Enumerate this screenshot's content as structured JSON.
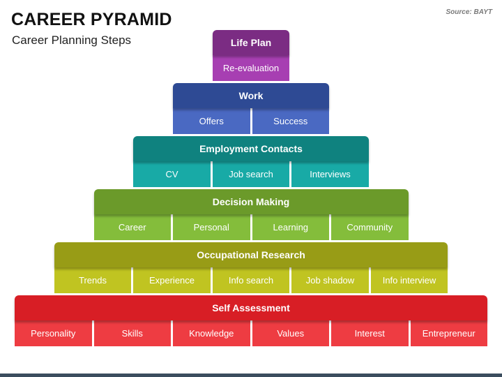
{
  "title": "CAREER PYRAMID",
  "subtitle": "Career Planning Steps",
  "source": "Source: BAYT",
  "tiers": [
    {
      "name": "life-plan",
      "label": "Life Plan",
      "header_color": "#7b2c83",
      "cell_color": "#a73fb2",
      "items": [
        "Re-evaluation"
      ]
    },
    {
      "name": "work",
      "label": "Work",
      "header_color": "#2e4a94",
      "cell_color": "#4a69c2",
      "items": [
        "Offers",
        "Success"
      ]
    },
    {
      "name": "employment-contacts",
      "label": "Employment Contacts",
      "header_color": "#0f827f",
      "cell_color": "#18aaa6",
      "items": [
        "CV",
        "Job search",
        "Interviews"
      ]
    },
    {
      "name": "decision-making",
      "label": "Decision Making",
      "header_color": "#6b9a2a",
      "cell_color": "#84bd3b",
      "items": [
        "Career",
        "Personal",
        "Learning",
        "Community"
      ]
    },
    {
      "name": "occupational-research",
      "label": "Occupational Research",
      "header_color": "#989c16",
      "cell_color": "#c0c421",
      "items": [
        "Trends",
        "Experience",
        "Info search",
        "Job shadow",
        "Info interview"
      ]
    },
    {
      "name": "self-assessment",
      "label": "Self Assessment",
      "header_color": "#d81e25",
      "cell_color": "#ee3c42",
      "items": [
        "Personality",
        "Skills",
        "Knowledge",
        "Values",
        "Interest",
        "Entrepreneur"
      ]
    }
  ]
}
